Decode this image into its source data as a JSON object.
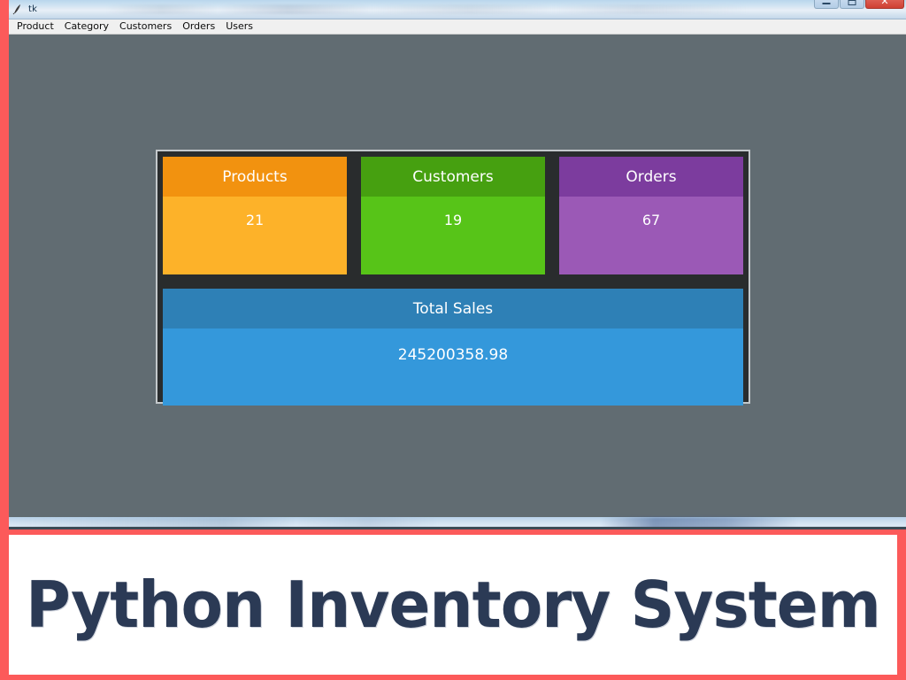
{
  "window": {
    "title": "tk",
    "icon": "feather-tk-icon",
    "controls": [
      {
        "name": "minimize",
        "glyph": "–"
      },
      {
        "name": "maximize",
        "glyph": "□"
      },
      {
        "name": "close",
        "glyph": "✕"
      }
    ]
  },
  "menubar": {
    "items": [
      {
        "label": "Product"
      },
      {
        "label": "Category"
      },
      {
        "label": "Customers"
      },
      {
        "label": "Orders"
      },
      {
        "label": "Users"
      }
    ]
  },
  "dashboard": {
    "cards": [
      {
        "title": "Products",
        "value": "21",
        "header_color": "#f2920f",
        "body_color": "#fdb229"
      },
      {
        "title": "Customers",
        "value": "19",
        "header_color": "#46a010",
        "body_color": "#57c418"
      },
      {
        "title": "Orders",
        "value": "67",
        "header_color": "#7c3c9e",
        "body_color": "#9b59b6"
      }
    ],
    "total": {
      "title": "Total Sales",
      "value": "245200358.98",
      "header_color": "#2e80b6",
      "body_color": "#3498db"
    },
    "frame_color": "#292c2d",
    "frame_border_color": "#c3c8cb",
    "background_color": "#616c72"
  },
  "caption": {
    "text": "Python Inventory System",
    "color": "#2b3a55",
    "background": "#ffffff"
  },
  "theme": {
    "border_color": "#fc5a5a"
  }
}
